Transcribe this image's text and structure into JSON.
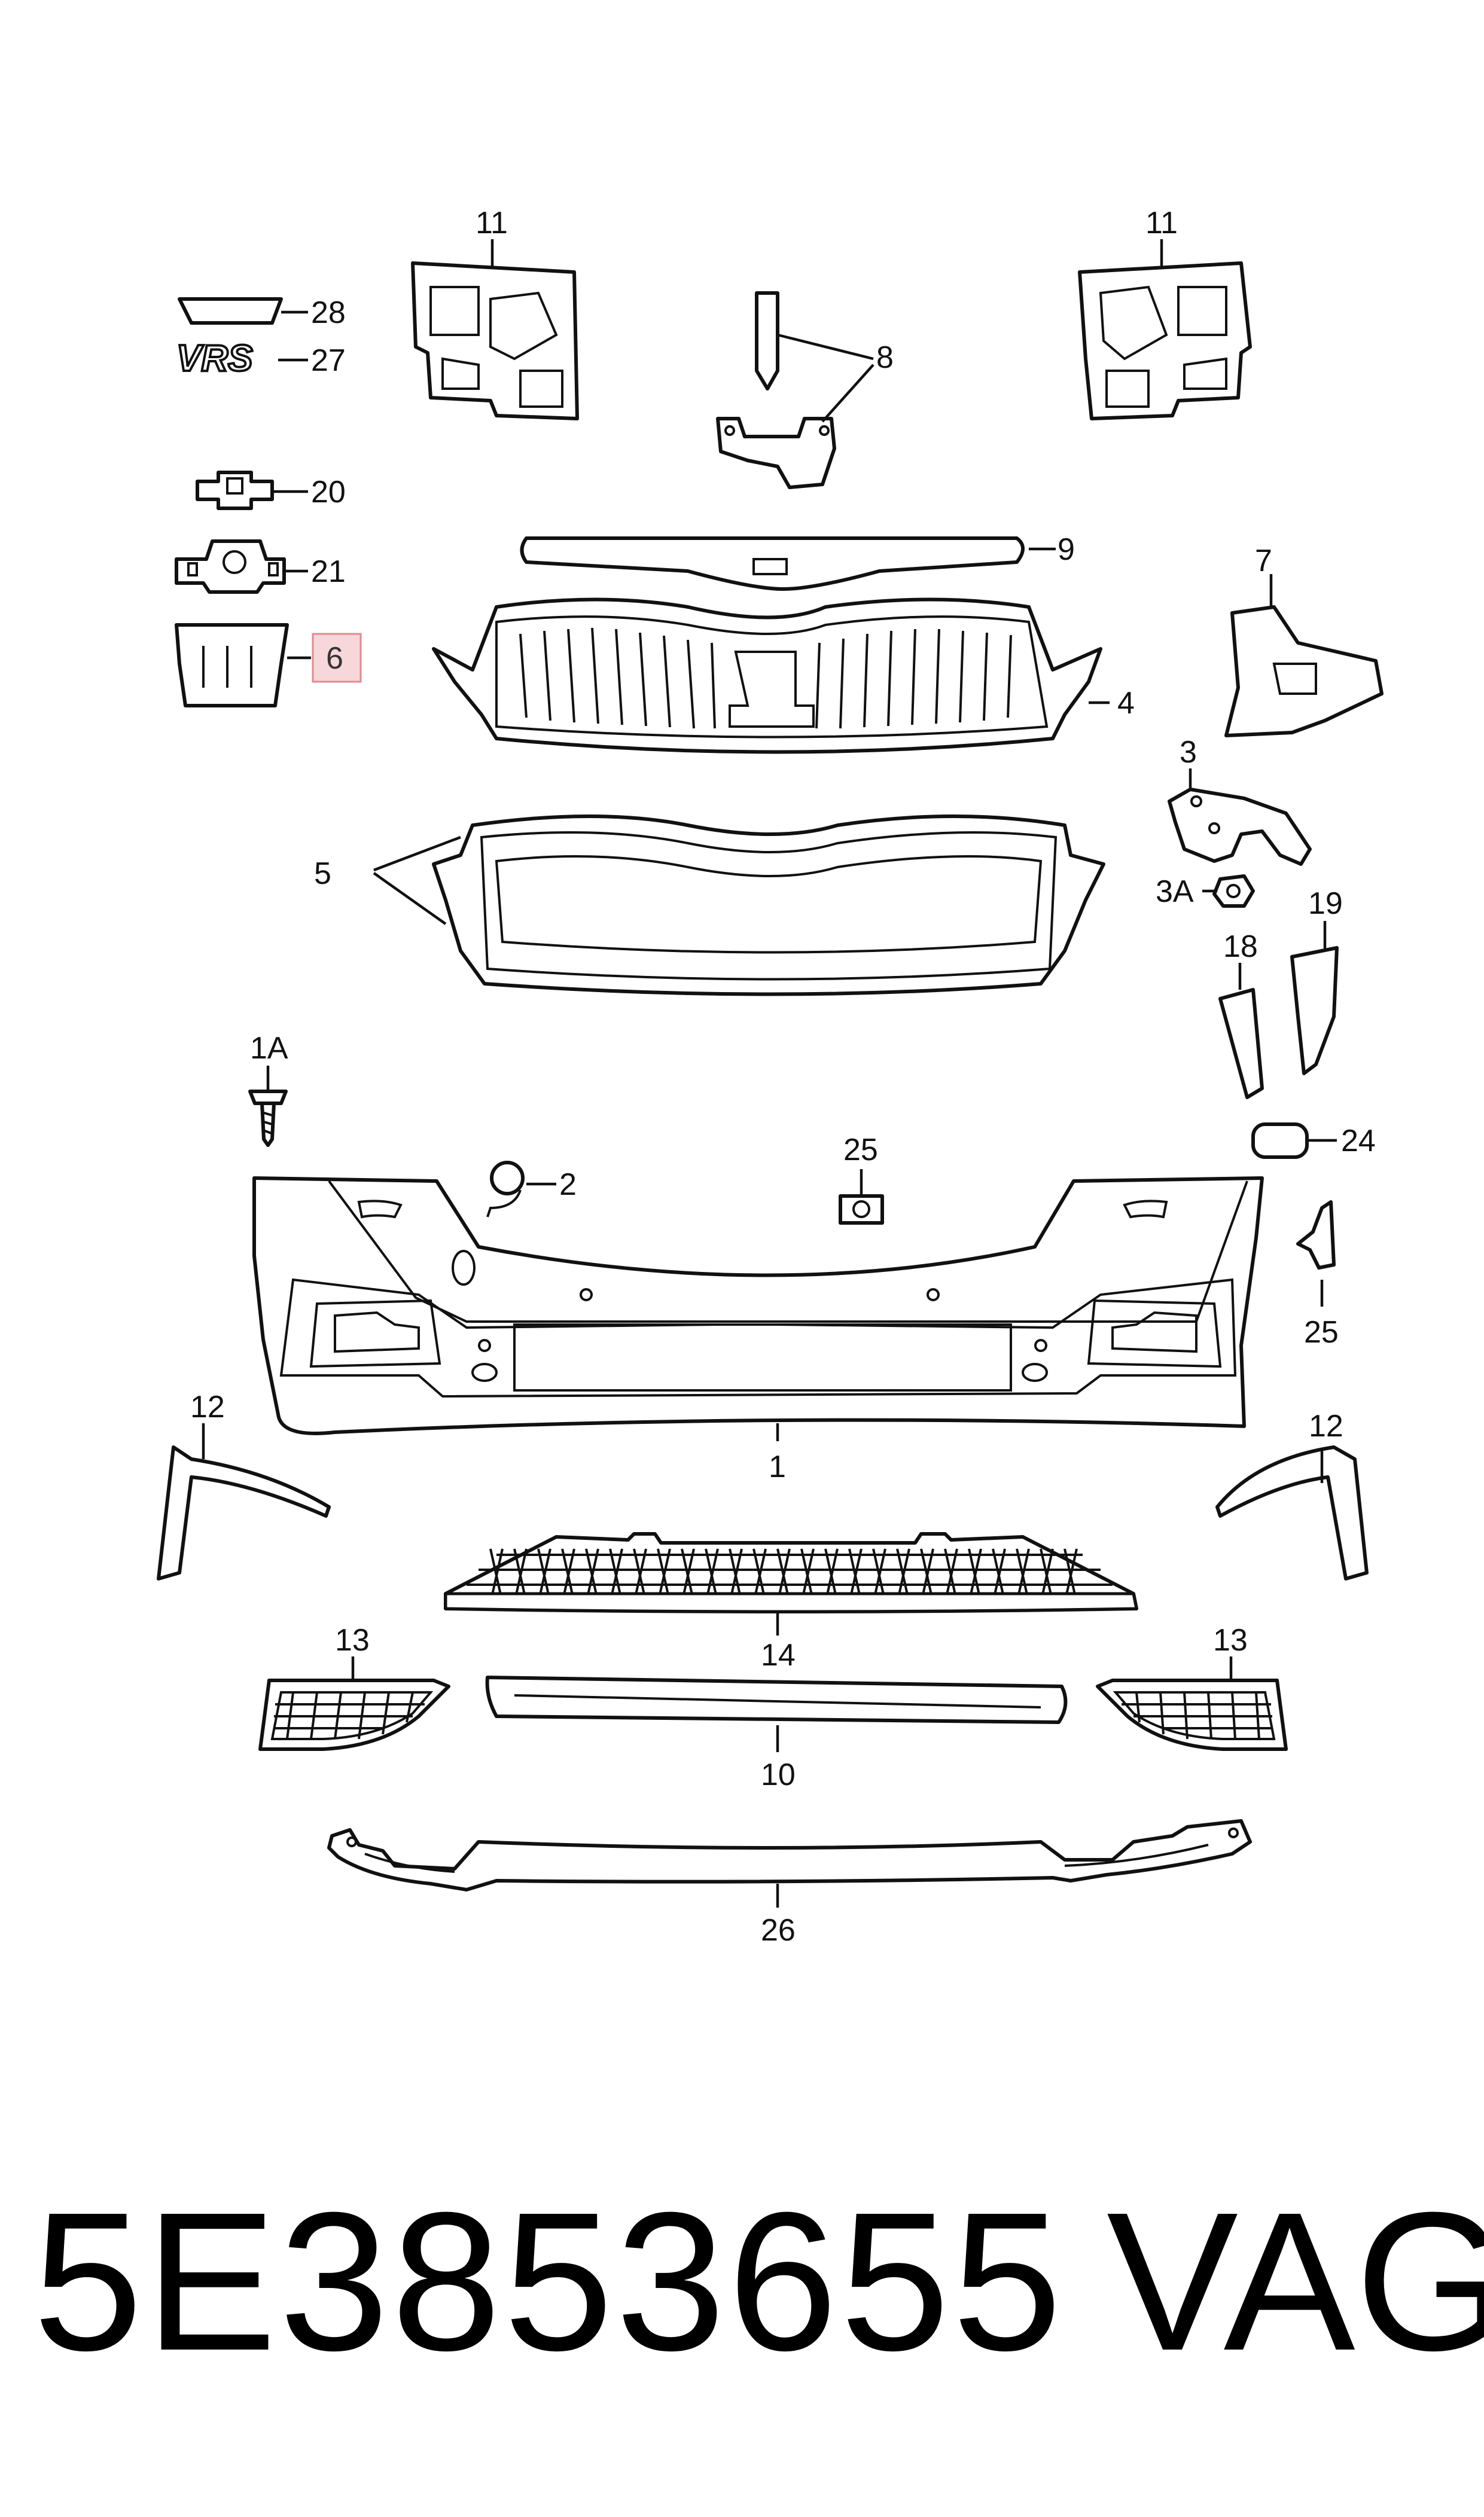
{
  "diagram": {
    "labels": {
      "p1": "1",
      "p1a": "1A",
      "p2": "2",
      "p3": "3",
      "p3a": "3A",
      "p4": "4",
      "p5": "5",
      "p6": "6",
      "p7": "7",
      "p8": "8",
      "p9": "9",
      "p10": "10",
      "p11a": "11",
      "p11b": "11",
      "p12a": "12",
      "p12b": "12",
      "p13a": "13",
      "p13b": "13",
      "p14": "14",
      "p18": "18",
      "p19": "19",
      "p20": "20",
      "p21": "21",
      "p24": "24",
      "p25a": "25",
      "p25b": "25",
      "p26": "26",
      "p27": "27",
      "p28": "28"
    },
    "badge_text": "VRS",
    "highlight_color": "#f7d7d9",
    "highlight_border": "#e08a92"
  },
  "footer": {
    "part_number": "5E3853655",
    "brand": "VAG"
  }
}
